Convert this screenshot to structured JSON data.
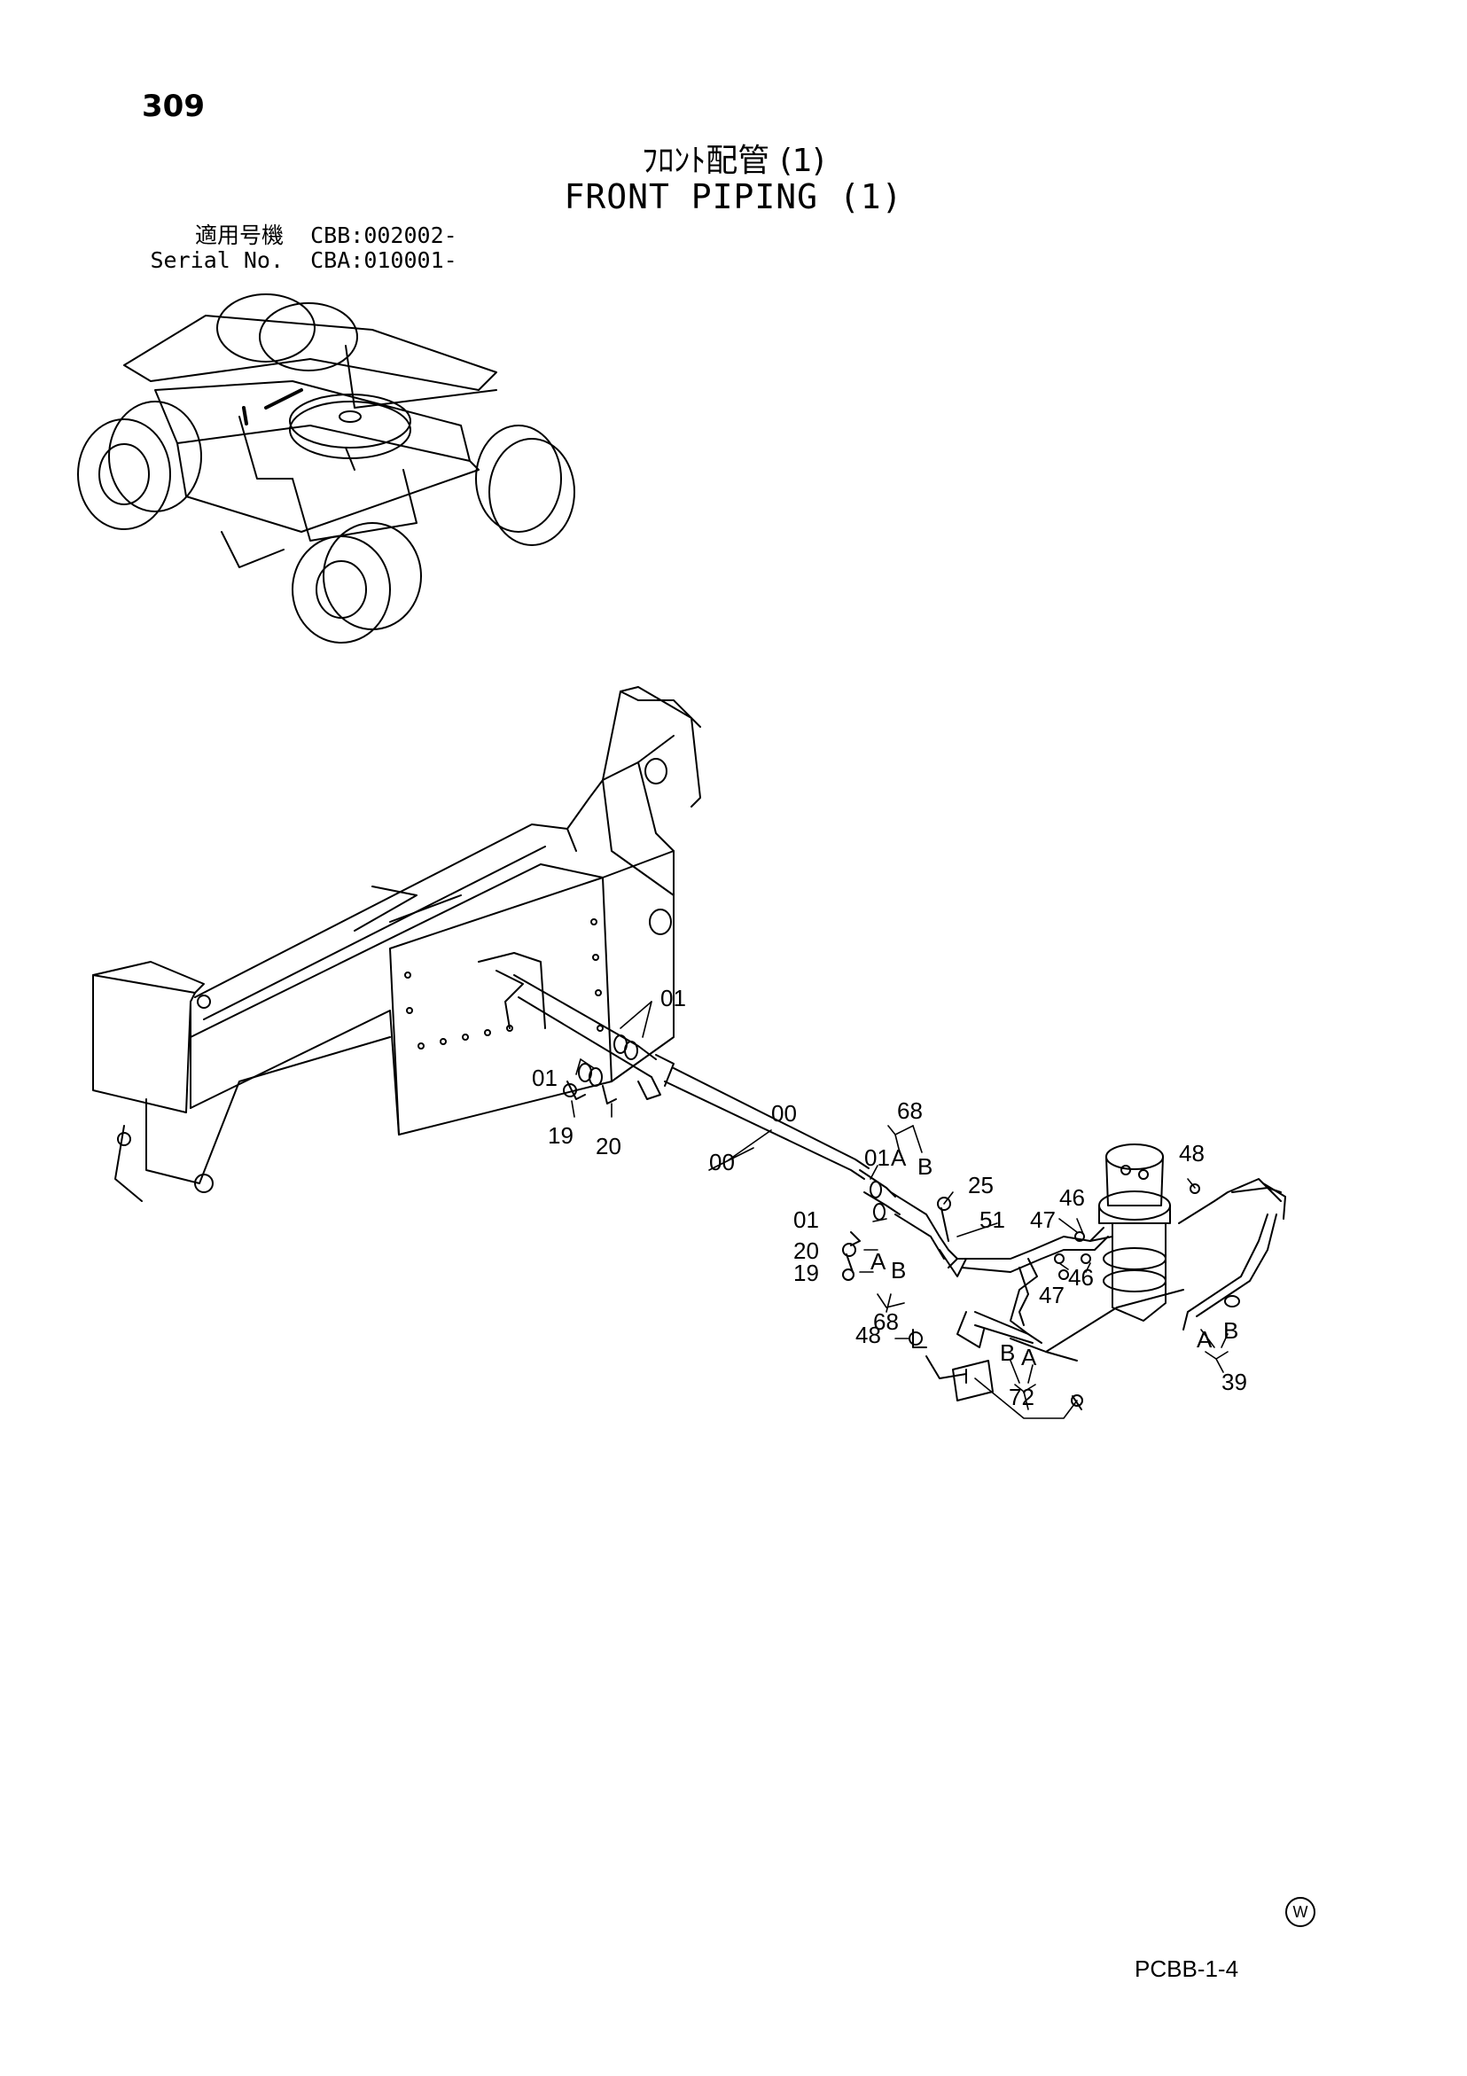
{
  "header": {
    "page_number": "309",
    "title_jp": "ﾌﾛﾝﾄ配管 (1)",
    "title_en": "FRONT PIPING (1)",
    "serial": [
      {
        "label": "適用号機",
        "value": "CBB:002002-"
      },
      {
        "label": "Serial No.",
        "value": "CBA:010001-"
      }
    ]
  },
  "callouts": [
    {
      "label": "01"
    },
    {
      "label": "01"
    },
    {
      "label": "19"
    },
    {
      "label": "20"
    },
    {
      "label": "00"
    },
    {
      "label": "00"
    },
    {
      "label": "68"
    },
    {
      "label": "01"
    },
    {
      "label": "A"
    },
    {
      "label": "B"
    },
    {
      "label": "25"
    },
    {
      "label": "51"
    },
    {
      "label": "01"
    },
    {
      "label": "20"
    },
    {
      "label": "19"
    },
    {
      "label": "A"
    },
    {
      "label": "B"
    },
    {
      "label": "68"
    },
    {
      "label": "48"
    },
    {
      "label": "46"
    },
    {
      "label": "47"
    },
    {
      "label": "46"
    },
    {
      "label": "47"
    },
    {
      "label": "48"
    },
    {
      "label": "B"
    },
    {
      "label": "A"
    },
    {
      "label": "72"
    },
    {
      "label": "A"
    },
    {
      "label": "B"
    },
    {
      "label": "39"
    }
  ],
  "footer": {
    "mark": "W",
    "doc_code": "PCBB-1-4"
  },
  "colors": {
    "line": "#000000",
    "background": "#ffffff"
  }
}
